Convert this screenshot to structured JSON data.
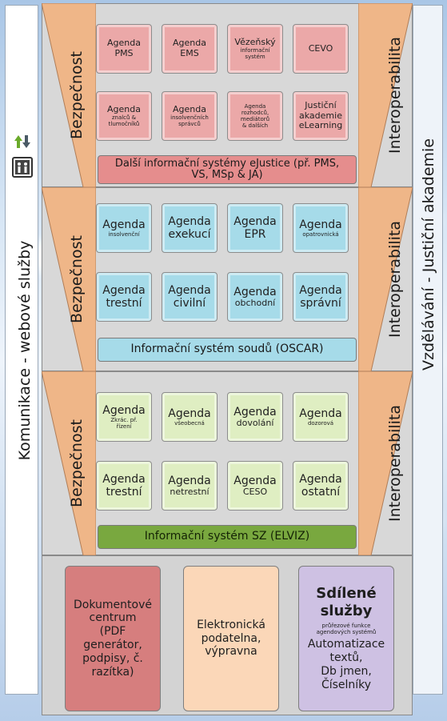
{
  "left_bar": {
    "label": "Komunikace - webové služby"
  },
  "right_bar": {
    "label": "Vzdělávání - Justiční akademie"
  },
  "sections": [
    {
      "left_label": "Bezpečnost",
      "right_label": "Interoperabilita",
      "rows": [
        [
          {
            "text": [
              "Agenda",
              "PMS"
            ]
          },
          {
            "text": [
              "Agenda",
              "EMS"
            ]
          },
          {
            "text": [
              "Vězeňský",
              "informační",
              "systém"
            ]
          },
          {
            "text": [
              "CEVO"
            ]
          }
        ],
        [
          {
            "text": [
              "Agenda",
              "znalců &",
              "tlumočníků"
            ]
          },
          {
            "text": [
              "Agenda",
              "insolvenčních",
              "správců"
            ]
          },
          {
            "text": [
              "Agenda",
              "rozhodců,",
              "mediátorů",
              "& dalších"
            ]
          },
          {
            "text": [
              "Justiční",
              "akademie",
              "eLearning"
            ]
          }
        ]
      ],
      "bar": "Další informační systémy eJustice (př. PMS, VS, MSp & JA)"
    },
    {
      "left_label": "Bezpečnost",
      "right_label": "Interoperabilita",
      "rows": [
        [
          {
            "text": [
              "Agenda",
              "insolvenční"
            ]
          },
          {
            "text": [
              "Agenda",
              "exekucí"
            ]
          },
          {
            "text": [
              "Agenda",
              "EPR"
            ]
          },
          {
            "text": [
              "Agenda",
              "opatrovnická"
            ]
          }
        ],
        [
          {
            "text": [
              "Agenda",
              "trestní"
            ]
          },
          {
            "text": [
              "Agenda",
              "civilní"
            ]
          },
          {
            "text": [
              "Agenda",
              "obchodní"
            ]
          },
          {
            "text": [
              "Agenda",
              "správní"
            ]
          }
        ]
      ],
      "bar": "Informační systém soudů (OSCAR)"
    },
    {
      "left_label": "Bezpečnost",
      "right_label": "Interoperabilita",
      "rows": [
        [
          {
            "text": [
              "Agenda",
              "Zkrác. př.",
              "řízení"
            ]
          },
          {
            "text": [
              "Agenda",
              "všeobecná"
            ]
          },
          {
            "text": [
              "Agenda",
              "dovolání"
            ]
          },
          {
            "text": [
              "Agenda",
              "dozorová"
            ]
          }
        ],
        [
          {
            "text": [
              "Agenda",
              "trestní"
            ]
          },
          {
            "text": [
              "Agenda",
              "netrestní"
            ]
          },
          {
            "text": [
              "Agenda",
              "CESO"
            ]
          },
          {
            "text": [
              "Agenda",
              "ostatní"
            ]
          }
        ]
      ],
      "bar": "Informační systém SZ (ELVIZ)"
    }
  ],
  "bottom": {
    "doc_center": [
      "Dokumentové",
      "centrum",
      "(PDF",
      "generátor,",
      "podpisy, č.",
      "razítka)"
    ],
    "podatelna": [
      "Elektronická",
      "podatelna,",
      "výpravna"
    ],
    "shared": {
      "title": [
        "Sdílené",
        "služby"
      ],
      "subtitle": [
        "průřezové funkce",
        "agendových systémů"
      ],
      "body": [
        "Automatizace",
        "textů,",
        "Db jmen,",
        "Číselníky"
      ]
    }
  },
  "colors": {
    "pink": "#eba8a8",
    "blue": "#a6dbe9",
    "green": "#dfeec2",
    "green_bar": "#79a83f",
    "funnel": "#efb688"
  },
  "icons": [
    "web-services-icon"
  ]
}
